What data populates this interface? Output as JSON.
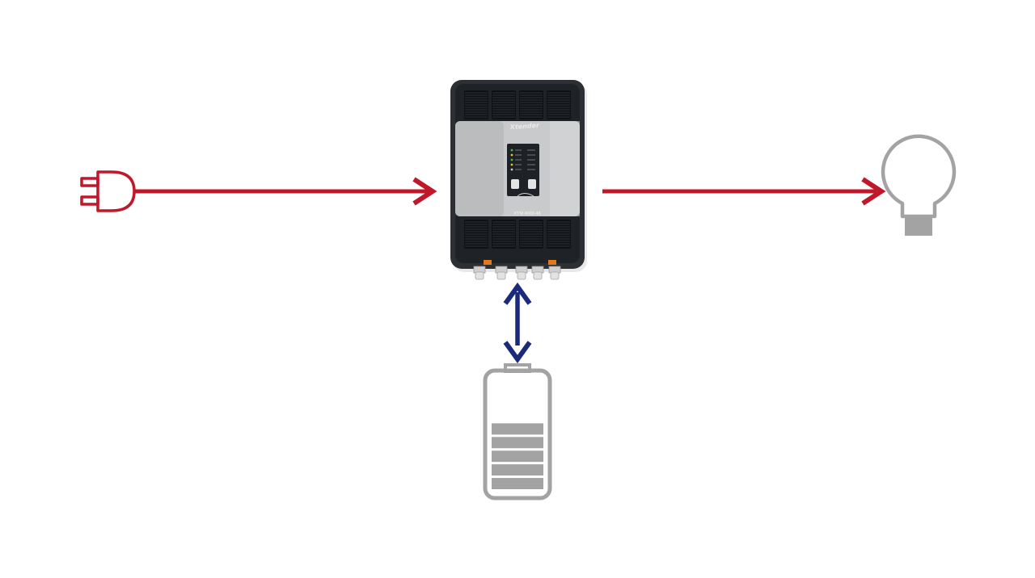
{
  "diagram": {
    "type": "power-flow",
    "nodes": [
      {
        "id": "grid",
        "icon": "plug-icon"
      },
      {
        "id": "inverter",
        "icon": "inverter-charger"
      },
      {
        "id": "load",
        "icon": "light-bulb-icon"
      },
      {
        "id": "battery",
        "icon": "battery-icon"
      }
    ],
    "edges": [
      {
        "from": "grid",
        "to": "inverter",
        "direction": "forward"
      },
      {
        "from": "inverter",
        "to": "load",
        "direction": "forward"
      },
      {
        "from": "inverter",
        "to": "battery",
        "direction": "bidirectional"
      }
    ]
  },
  "device": {
    "brand_label": "Xtender",
    "model_label": "XTM 4000-48"
  },
  "battery": {
    "charge_level": 0.6,
    "cell_count": 5
  },
  "colors": {
    "ac_line": "#c0182a",
    "dc_line": "#1b2a7a",
    "icon_gray": "#a3a3a3",
    "device_shell": "#2c3035",
    "device_panel": "#c9cacb"
  }
}
